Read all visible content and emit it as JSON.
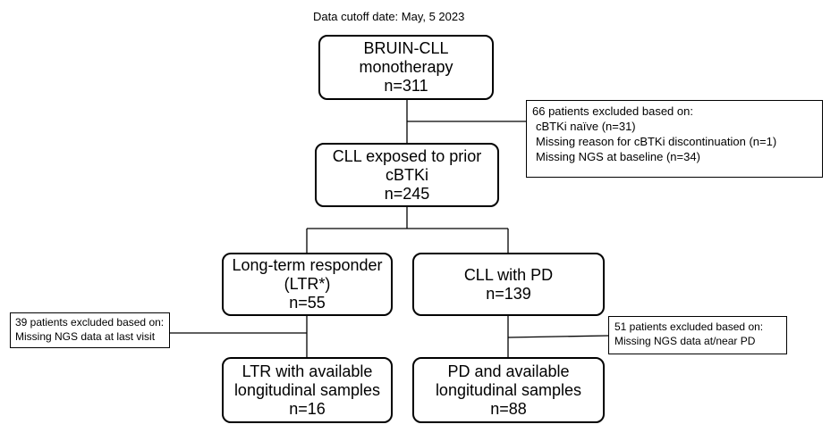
{
  "cutoff": "Data cutoff date: May, 5 2023",
  "boxes": {
    "bruin": [
      "BRUIN-CLL",
      "monotherapy",
      "n=311"
    ],
    "exposed": [
      "CLL exposed to prior",
      "cBTKi",
      "n=245"
    ],
    "ltr": [
      "Long-term responder",
      "(LTR*)",
      "n=55"
    ],
    "pd": [
      "CLL with PD",
      "n=139"
    ],
    "ltr_long": [
      "LTR with available",
      "longitudinal samples",
      "n=16"
    ],
    "pd_long": [
      "PD and available",
      "longitudinal samples",
      "n=88"
    ]
  },
  "notes": {
    "excl66": {
      "header": "66 patients excluded based on:",
      "items": [
        "cBTKi naïve (n=31)",
        "Missing reason for cBTKi discontinuation (n=1)",
        "Missing NGS at baseline (n=34)"
      ]
    },
    "excl39": {
      "header": "39 patients excluded based on:",
      "items": [
        "Missing NGS data at last visit"
      ]
    },
    "excl51": {
      "header": "51 patients excluded based on:",
      "items": [
        "Missing NGS data at/near PD"
      ]
    }
  }
}
